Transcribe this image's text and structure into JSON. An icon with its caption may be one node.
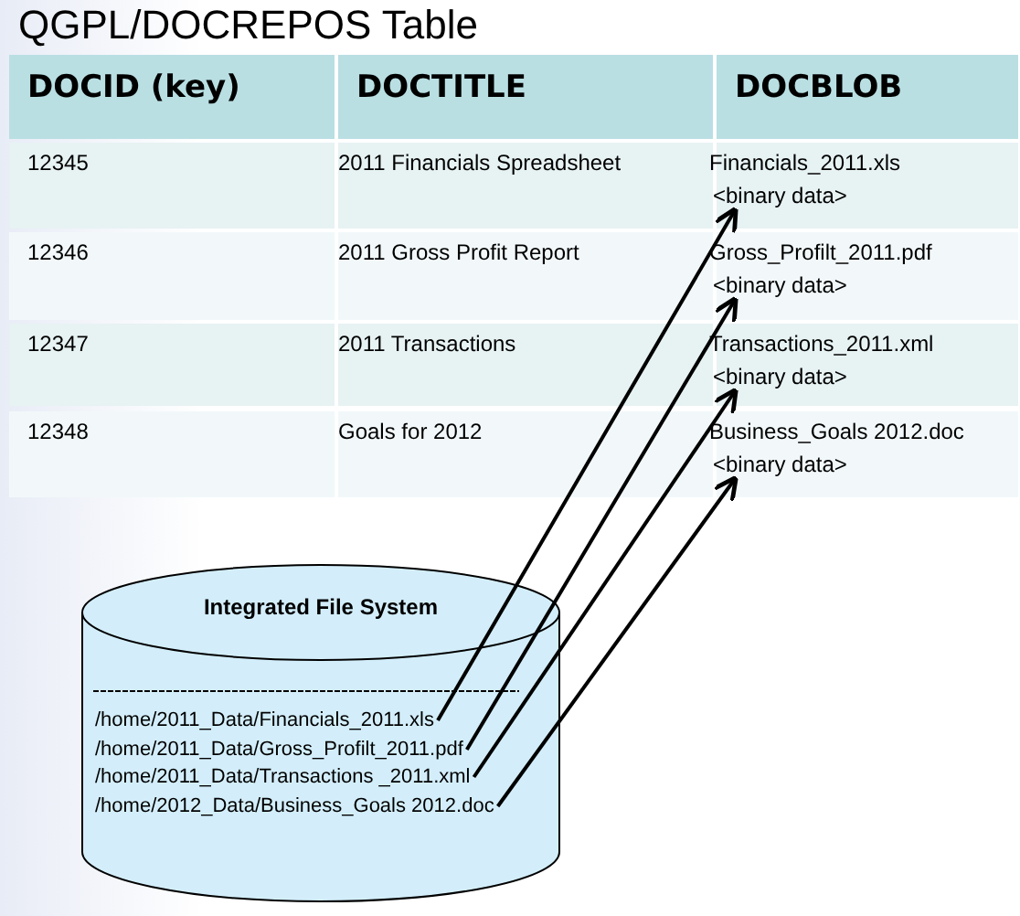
{
  "diagram": {
    "title": "QGPL/DOCREPOS Table",
    "nodes": [
      {
        "text": [
          "Integrated File System"
        ]
      },
      {
        "text": [
          "/home/2011_Data/Financials_2011.xls"
        ],
        "in": 0
      },
      {
        "text": [
          "/home/2011_Data/Gross_Profilt_2011.pdf"
        ],
        "in": 0
      },
      {
        "text": [
          "/home/2011_Data/Transactions _2011.xml"
        ],
        "in": 0
      },
      {
        "text": [
          "/home/2012_Data/Business_Goals 2012.doc"
        ],
        "in": 0
      },
      {
        "text": [
          "<binary data>"
        ]
      },
      {
        "text": [
          "<binary data>"
        ]
      },
      {
        "text": [
          "<binary data>"
        ]
      },
      {
        "text": [
          "<binary data>"
        ]
      }
    ],
    "edges": [
      {
        "from": 1,
        "to": 5,
        "arrow": "to"
      },
      {
        "from": 2,
        "to": 6,
        "arrow": "to"
      },
      {
        "from": 3,
        "to": 7,
        "arrow": "to"
      },
      {
        "from": 4,
        "to": 8,
        "arrow": "to"
      }
    ],
    "labels": [
      "DOCID (key)",
      "DOCTITLE",
      "DOCBLOB",
      "12345",
      "2011 Financials Spreadsheet",
      "Financials_2011.xls",
      "12346",
      "2011 Gross Profit Report",
      "Gross_Profilt_2011.pdf",
      "12347",
      "2011 Transactions",
      "Transactions_2011.xml",
      "12348",
      "Goals for 2012",
      "Business_Goals 2012.doc"
    ]
  }
}
